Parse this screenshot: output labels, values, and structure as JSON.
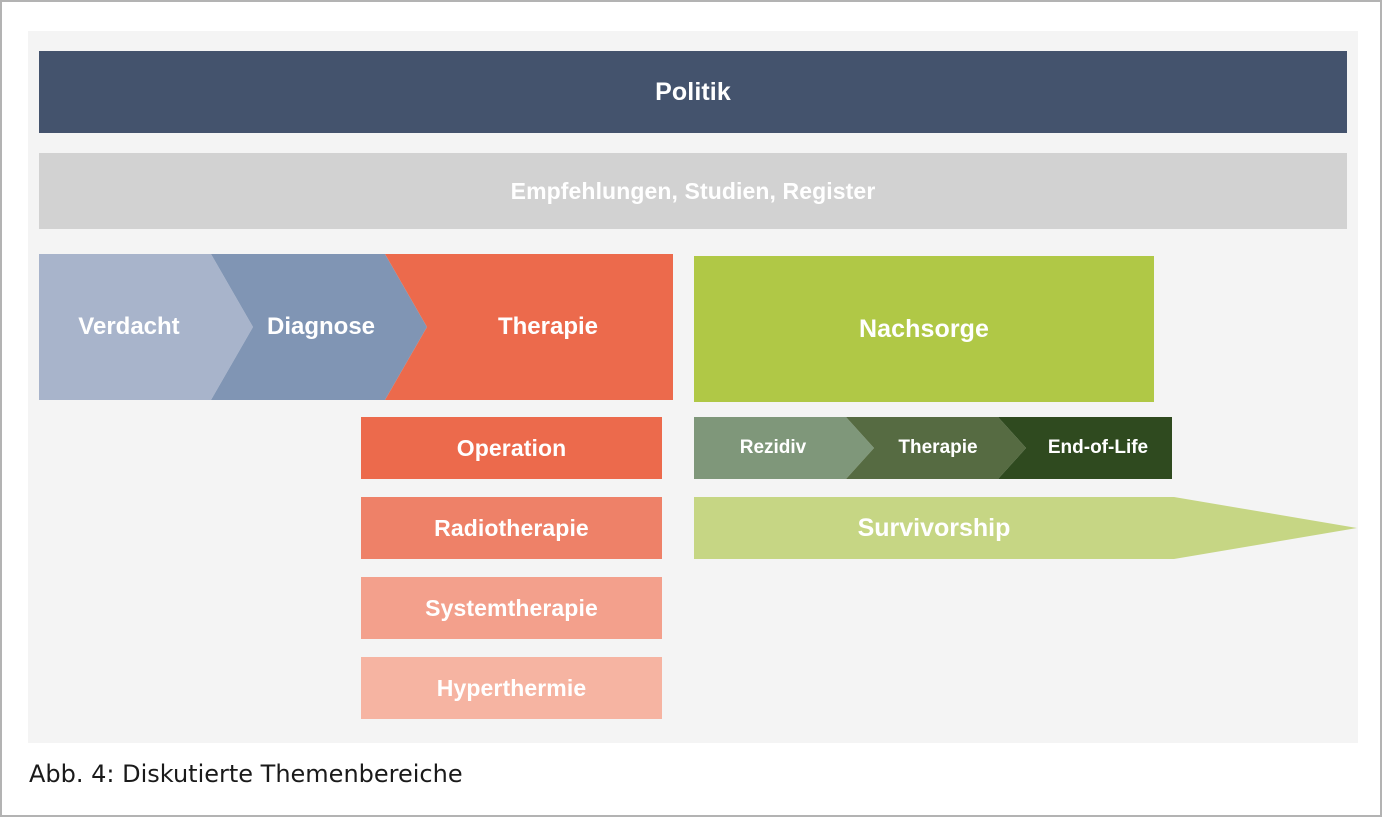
{
  "figure": {
    "caption": "Abb. 4: Diskutierte Themenbereiche",
    "frame_border_color": "#b3b3b3",
    "panel_background": "#f4f4f4"
  },
  "banners": [
    {
      "label": "Politik",
      "color": "#44536d",
      "text_color": "#ffffff"
    },
    {
      "label": "Empfehlungen, Studien, Register",
      "color": "#d2d2d2",
      "text_color": "#ffffff"
    }
  ],
  "pathway_left": {
    "name": "primary-care-pathway",
    "steps": [
      {
        "label": "Verdacht",
        "color": "#a8b4cb"
      },
      {
        "label": "Diagnose",
        "color": "#8095b4"
      },
      {
        "label": "Therapie",
        "color": "#ec6a4c"
      }
    ]
  },
  "therapy_modalities": [
    {
      "label": "Operation",
      "color": "#ec6a4c"
    },
    {
      "label": "Radiotherapie",
      "color": "#ee8168"
    },
    {
      "label": "Systemtherapie",
      "color": "#f3a08c"
    },
    {
      "label": "Hyperthermie",
      "color": "#f6b4a2"
    }
  ],
  "followup": {
    "nachsorge": {
      "label": "Nachsorge",
      "color": "#b0c846"
    },
    "relapse_pathway": {
      "name": "relapse-pathway",
      "steps": [
        {
          "label": "Rezidiv",
          "color": "#7f977a"
        },
        {
          "label": "Therapie",
          "color": "#566b42"
        },
        {
          "label": "End-of-Life",
          "color": "#2f4a1f"
        }
      ]
    },
    "survivorship": {
      "label": "Survivorship",
      "color": "#c6d684"
    }
  }
}
